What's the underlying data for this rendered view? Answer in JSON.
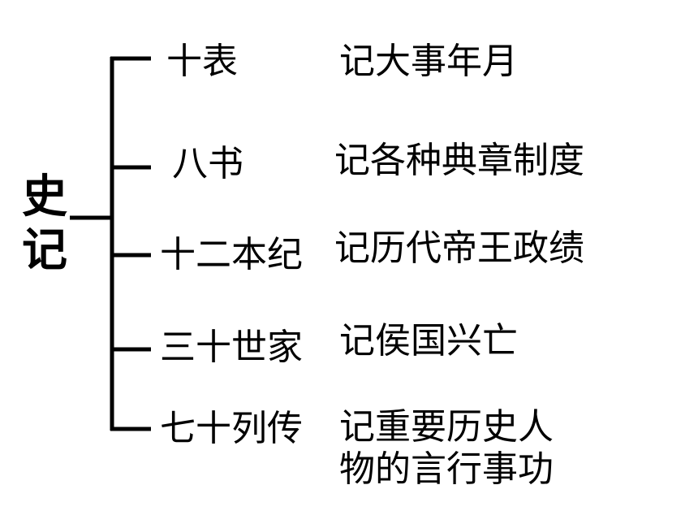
{
  "root": {
    "title_line1": "史",
    "title_line2": "记"
  },
  "branches": [
    {
      "label": "十表",
      "description": "记大事年月"
    },
    {
      "label": "八书",
      "description": "记各种典章制度"
    },
    {
      "label": "十二本纪",
      "description": "记历代帝王政绩"
    },
    {
      "label": "三十世家",
      "description": "记侯国兴亡"
    },
    {
      "label": "七十列传",
      "description": "记重要历史人\n物的言行事功"
    }
  ],
  "colors": {
    "text": "#000000",
    "lines": "#000000",
    "background": "#ffffff"
  }
}
